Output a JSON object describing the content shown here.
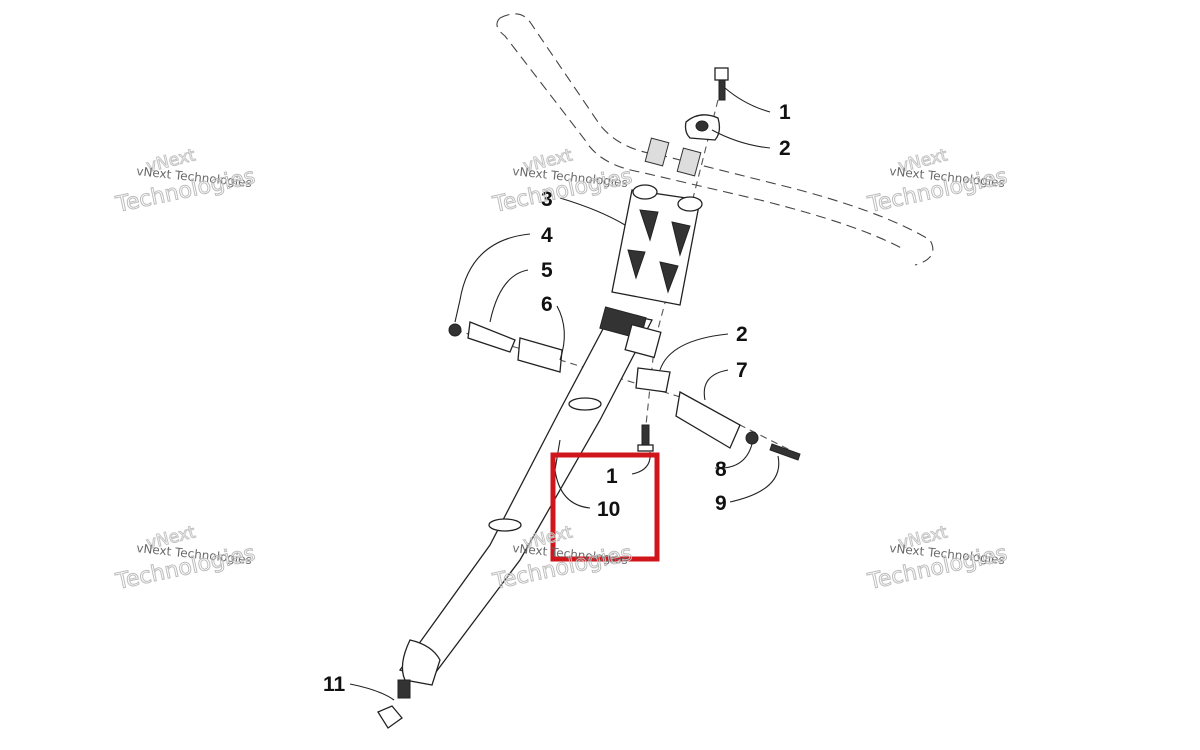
{
  "callouts": [
    {
      "id": "c1a",
      "label": "1"
    },
    {
      "id": "c2a",
      "label": "2"
    },
    {
      "id": "c3",
      "label": "3"
    },
    {
      "id": "c4",
      "label": "4"
    },
    {
      "id": "c5",
      "label": "5"
    },
    {
      "id": "c6",
      "label": "6"
    },
    {
      "id": "c2b",
      "label": "2"
    },
    {
      "id": "c7",
      "label": "7"
    },
    {
      "id": "c1b",
      "label": "1"
    },
    {
      "id": "c8",
      "label": "8"
    },
    {
      "id": "c10",
      "label": "10"
    },
    {
      "id": "c9",
      "label": "9"
    },
    {
      "id": "c11",
      "label": "11"
    }
  ],
  "watermark": {
    "line1": "vNext Technologies",
    "line2": "Technologies",
    "line3": "vNext"
  },
  "highlight": {
    "color": "#d0161b"
  }
}
